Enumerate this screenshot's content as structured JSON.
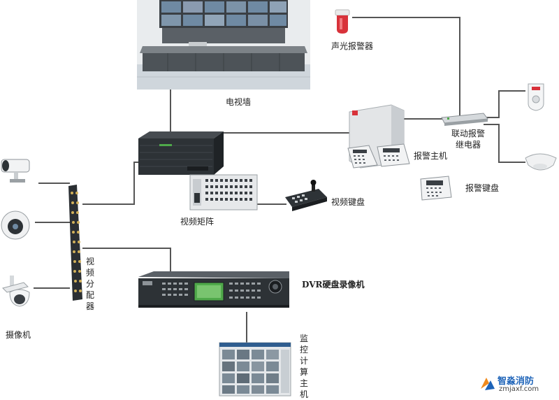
{
  "labels": {
    "tv_wall": "电视墙",
    "strobe_siren": "声光报警器",
    "linkage_relay_line1": "联动报警",
    "linkage_relay_line2": "继电器",
    "alarm_host": "报警主机",
    "alarm_keypad": "报警键盘",
    "video_matrix": "视频矩阵",
    "video_keyboard": "视频键盘",
    "video_distributor": "视频分配器",
    "camera": "摄像机",
    "dvr": "DVR硬盘录像机",
    "monitor_pc": "监控计算主机"
  },
  "watermark": {
    "brand": "智淼消防",
    "domain": "zmjaxf.com"
  },
  "colors": {
    "line": "#555555",
    "device_dark": "#2d3236",
    "device_grey": "#9aa0a4",
    "panel_light": "#e6e8ea",
    "alarm_red": "#d8323a",
    "lcd_green": "#4fa94a",
    "watermark_blue": "#1d63b8",
    "watermark_orange": "#f08a1c"
  }
}
